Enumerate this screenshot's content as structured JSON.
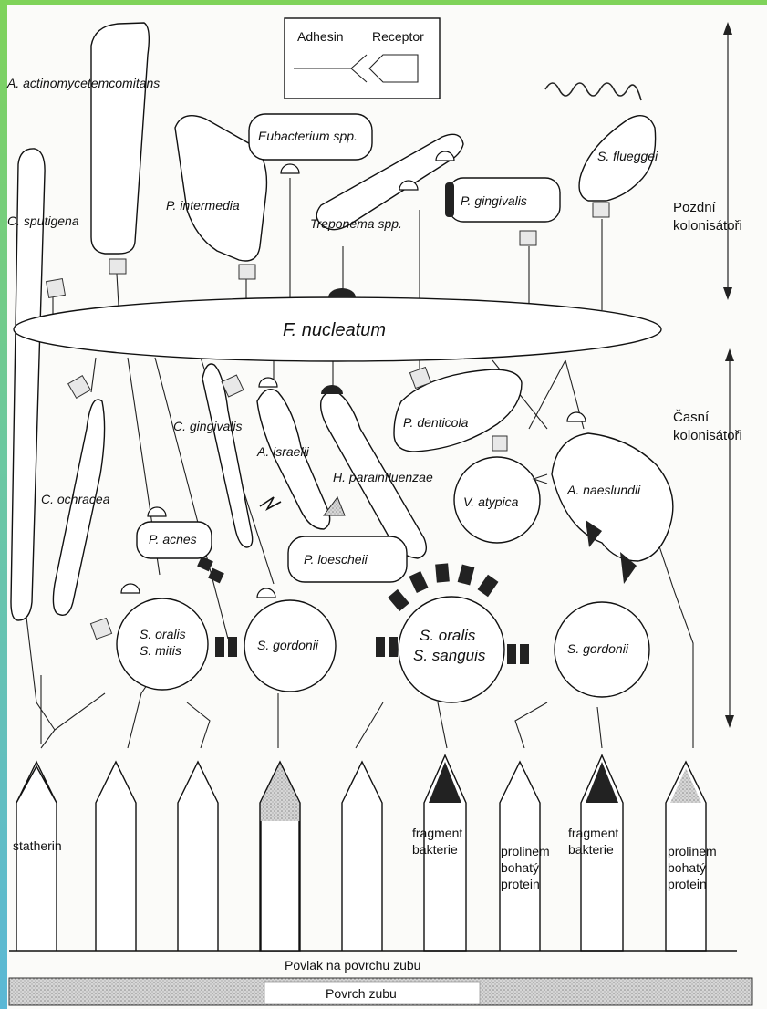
{
  "legend": {
    "adhesin": "Adhesin",
    "receptor": "Receptor"
  },
  "late_colonizers": {
    "label_line1": "Pozdní",
    "label_line2": "kolonisátoři",
    "species": {
      "a_actino": "A. actinomycetemcomitans",
      "eubacterium": "Eubacterium spp.",
      "s_flueggei": "S. flueggei",
      "c_sputigena": "C. sputigena",
      "p_intermedia": "P. intermedia",
      "treponema": "Treponema spp.",
      "p_gingivalis": "P. gingivalis"
    }
  },
  "bridge": {
    "f_nucleatum": "F. nucleatum"
  },
  "early_colonizers": {
    "label_line1": "Časní",
    "label_line2": "kolonisátoři",
    "species": {
      "c_gingivalis": "C. gingivalis",
      "p_denticola": "P. denticola",
      "a_israelii": "A. israelii",
      "h_parainfluenzae": "H. parainfluenzae",
      "c_ochracea": "C. ochracea",
      "v_atypica": "V. atypica",
      "a_naeslundii": "A. naeslundii",
      "p_acnes": "P. acnes",
      "p_loescheii": "P. loescheii",
      "s_oralis_mitis_1": "S. oralis",
      "s_oralis_mitis_2": "S. mitis",
      "s_gordonii_left": "S. gordonii",
      "s_oralis_sanguis_1": "S. oralis",
      "s_oralis_sanguis_2": "S. sanguis",
      "s_gordonii_right": "S. gordonii"
    }
  },
  "pellicle": {
    "statherin": "statherin",
    "fragment_1a": "fragment",
    "fragment_1b": "bakterie",
    "prolinem_1a": "prolinem",
    "prolinem_1b": "bohatý",
    "prolinem_1c": "protein",
    "fragment_2a": "fragment",
    "fragment_2b": "bakterie",
    "prolinem_2a": "prolinem",
    "prolinem_2b": "bohatý",
    "prolinem_2c": "protein",
    "coating": "Povlak na povrchu zubu",
    "tooth_surface": "Povrch zubu"
  }
}
